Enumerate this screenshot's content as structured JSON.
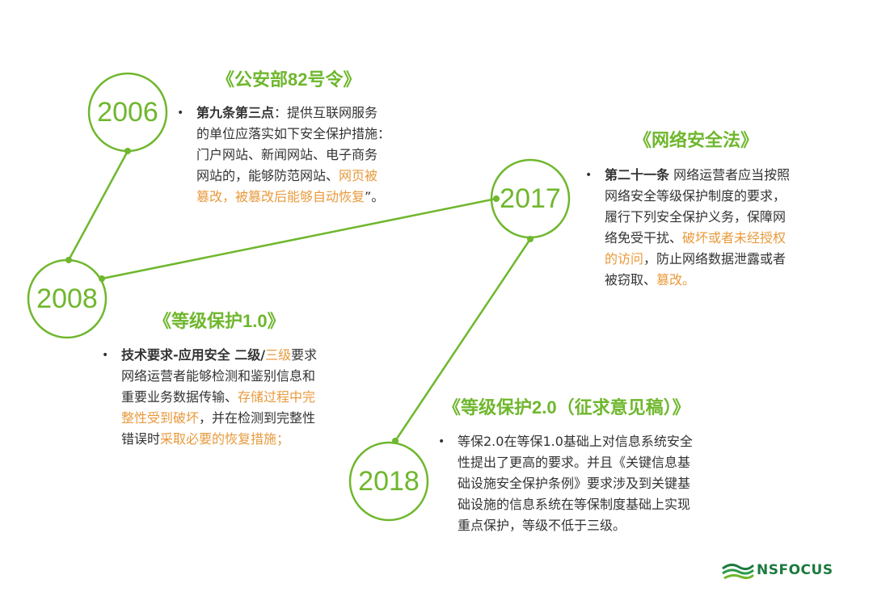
{
  "colors": {
    "accent": "#6fb72d",
    "highlight": "#e89a3c",
    "text": "#333333",
    "brand": "#1c7a3e"
  },
  "years": {
    "y2006": "2006",
    "y2008": "2008",
    "y2017": "2017",
    "y2018": "2018"
  },
  "sections": {
    "s2006": {
      "title": {
        "open": "《公安部",
        "num": "82",
        "close": "号令》"
      },
      "bullet": "•",
      "lines": [
        [
          {
            "t": "第九条第三点",
            "s": "b"
          },
          {
            "t": "：提供互联网服务"
          }
        ],
        [
          {
            "t": "的单位应落实如下安全保护措施："
          }
        ],
        [
          {
            "t": "门户网站、新闻网站、电子商务"
          }
        ],
        [
          {
            "t": "网站的，能够防范网站、"
          },
          {
            "t": "网页被",
            "s": "hl"
          }
        ],
        [
          {
            "t": "篡改，被篡改后能够自动恢复",
            "s": "hl"
          },
          {
            "t": "”。"
          }
        ]
      ]
    },
    "s2008": {
      "title": {
        "open": "《等级保护",
        "num": "1.0",
        "close": "》"
      },
      "bullet": "•",
      "lines": [
        [
          {
            "t": "技术要求-应用安全 二级/",
            "s": "b"
          },
          {
            "t": "三级",
            "s": "hl"
          },
          {
            "t": "要求"
          }
        ],
        [
          {
            "t": "网络运营者能够检测和鉴别信息和"
          }
        ],
        [
          {
            "t": "重要业务数据传输、"
          },
          {
            "t": "存储过程中完",
            "s": "hl"
          }
        ],
        [
          {
            "t": "整性受到破坏",
            "s": "hl"
          },
          {
            "t": "，并在检测到完整性"
          }
        ],
        [
          {
            "t": "错误时"
          },
          {
            "t": "采取必要的恢复措施；",
            "s": "hl"
          }
        ]
      ]
    },
    "s2017": {
      "title": {
        "open": "《网络安全法》",
        "num": "",
        "close": ""
      },
      "bullet": "•",
      "lines": [
        [
          {
            "t": "第二十一条",
            "s": "b"
          },
          {
            "t": " 网络运营者应当按照"
          }
        ],
        [
          {
            "t": "网络安全等级保护制度的要求，"
          }
        ],
        [
          {
            "t": "履行下列安全保护义务，保障网"
          }
        ],
        [
          {
            "t": "络免受干扰、"
          },
          {
            "t": "破坏或者未经授权",
            "s": "hl"
          }
        ],
        [
          {
            "t": "的访问",
            "s": "hl"
          },
          {
            "t": "，防止网络数据泄露或者"
          }
        ],
        [
          {
            "t": "被窃取、"
          },
          {
            "t": "篡改。",
            "s": "hl"
          }
        ]
      ]
    },
    "s2018": {
      "title": {
        "open": "《等级保护",
        "num": "2.0",
        "close": "（征求意见稿）》"
      },
      "bullet": "•",
      "lines": [
        [
          {
            "t": "等保2.0在等保1.0基础上对信息系统安全"
          }
        ],
        [
          {
            "t": "性提出了更高的要求。并且《关键信息基"
          }
        ],
        [
          {
            "t": "础设施安全保护条例》要求涉及到关键基"
          }
        ],
        [
          {
            "t": "础设施的信息系统在等保制度基础上实现"
          }
        ],
        [
          {
            "t": "重点保护，等级不低于三级。"
          }
        ]
      ]
    }
  },
  "logo": {
    "text": "NSFOCUS"
  }
}
